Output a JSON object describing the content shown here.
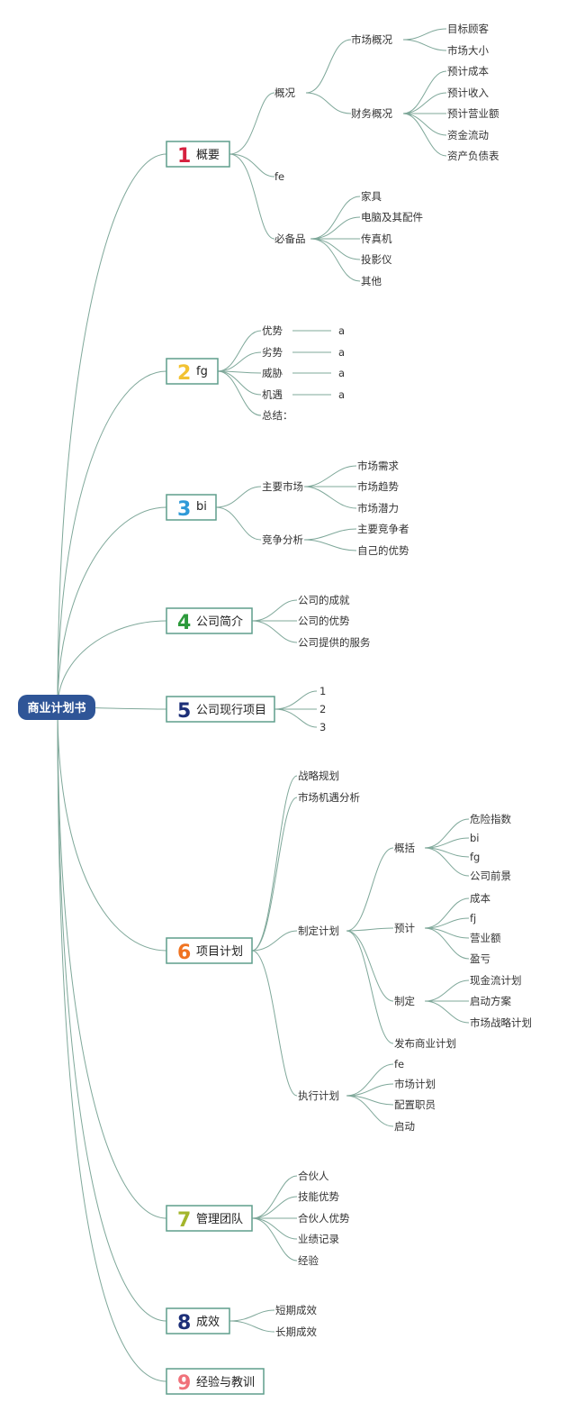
{
  "root": "商业计划书",
  "branches": [
    {
      "num": "1",
      "color": "#d6213f",
      "label": "概要"
    },
    {
      "num": "2",
      "color": "#f2c232",
      "label": "fg"
    },
    {
      "num": "3",
      "color": "#2f9ad8",
      "label": "bi"
    },
    {
      "num": "4",
      "color": "#2d9a3c",
      "label": "公司简介"
    },
    {
      "num": "5",
      "color": "#1d2f78",
      "label": "公司现行项目"
    },
    {
      "num": "6",
      "color": "#f07320",
      "label": "项目计划"
    },
    {
      "num": "7",
      "color": "#a3b52c",
      "label": "管理团队"
    },
    {
      "num": "8",
      "color": "#1d2f78",
      "label": "成效"
    },
    {
      "num": "9",
      "color": "#f0717a",
      "label": "经验与教训"
    }
  ],
  "b1": {
    "overview": "概况",
    "market_overview": "市场概况",
    "market_items": [
      "目标顾客",
      "市场大小"
    ],
    "finance_overview": "财务概况",
    "finance_items": [
      "预计成本",
      "预计收入",
      "预计营业额",
      "资金流动",
      "资产负债表"
    ],
    "fe": "fe",
    "essentials": "必备品",
    "essentials_items": [
      "家具",
      "电脑及其配件",
      "传真机",
      "投影仪",
      "其他"
    ]
  },
  "b2": {
    "items": [
      "优势",
      "劣势",
      "威胁",
      "机遇"
    ],
    "values": [
      "a",
      "a",
      "a",
      "a"
    ],
    "summary": "总结："
  },
  "b3": {
    "main_market": "主要市场",
    "main_market_items": [
      "市场需求",
      "市场趋势",
      "市场潜力"
    ],
    "competition": "竞争分析",
    "competition_items": [
      "主要竞争者",
      "自己的优势"
    ]
  },
  "b4": {
    "items": [
      "公司的成就",
      "公司的优势",
      "公司提供的服务"
    ]
  },
  "b5": {
    "items": [
      "1",
      "2",
      "3"
    ]
  },
  "b6": {
    "strategy": "战略规划",
    "opportunity": "市场机遇分析",
    "make_plan": "制定计划",
    "summary_node": "概括",
    "summary_items": [
      "危险指数",
      "bi",
      "fg",
      "公司前景"
    ],
    "budget_node": "预计",
    "budget_items": [
      "成本",
      "fj",
      "营业额",
      "盈亏"
    ],
    "make_node": "制定",
    "make_items": [
      "现金流计划",
      "启动方案",
      "市场战略计划"
    ],
    "publish": "发布商业计划",
    "execute": "执行计划",
    "execute_items": [
      "fe",
      "市场计划",
      "配置职员",
      "启动"
    ]
  },
  "b7": {
    "items": [
      "合伙人",
      "技能优势",
      "合伙人优势",
      "业绩记录",
      "经验"
    ]
  },
  "b8": {
    "items": [
      "短期成效",
      "长期成效"
    ]
  }
}
